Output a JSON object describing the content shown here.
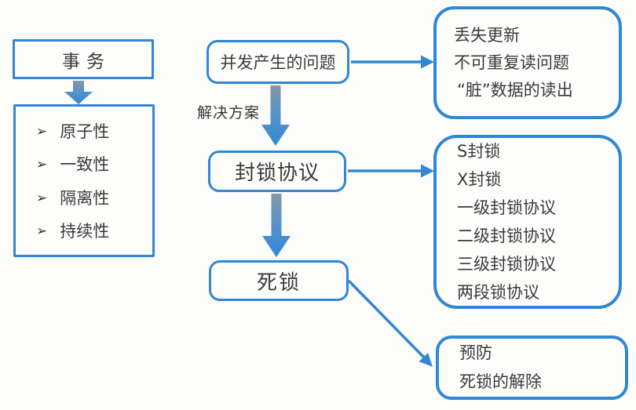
{
  "diagram": {
    "transaction_box": {
      "label": "事务"
    },
    "properties_box": {
      "bullet": "➢",
      "items": [
        "原子性",
        "一致性",
        "隔离性",
        "持续性"
      ]
    },
    "concurrency_box": {
      "label": "并发产生的问题"
    },
    "solution_arrow_label": "解决方案",
    "locking_box": {
      "label": "封锁协议"
    },
    "deadlock_box": {
      "label": "死锁"
    },
    "problems_box": {
      "items": [
        "丢失更新",
        "不可重复读问题",
        "“脏”数据的读出"
      ]
    },
    "protocols_box": {
      "items": [
        "S封锁",
        "X封锁",
        "一级封锁协议",
        "二级封锁协议",
        "三级封锁协议",
        "两段锁协议"
      ]
    },
    "resolution_box": {
      "items": [
        "预防",
        "死锁的解除"
      ]
    }
  },
  "colors": {
    "accent_blue": "#3287d3",
    "arrow_gradient_top": "#8496a8",
    "arrow_gradient_bottom": "#2f88d8",
    "text": "#3a3a3a",
    "background": "#fcfcfa"
  }
}
